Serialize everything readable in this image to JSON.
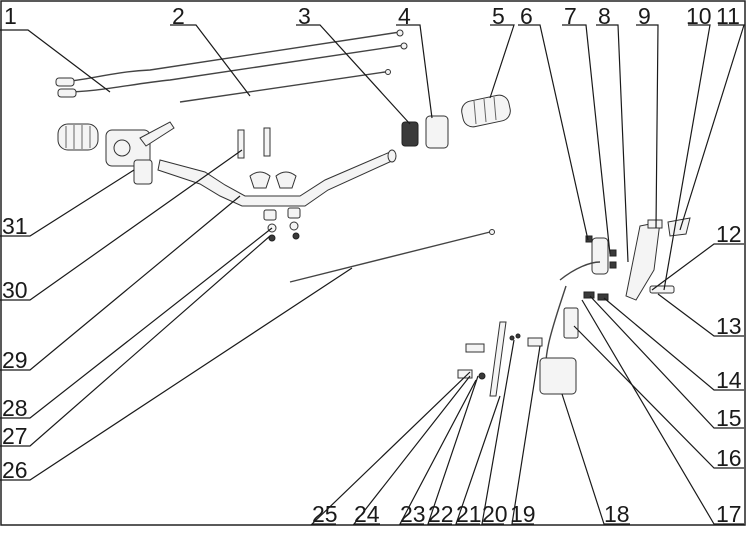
{
  "diagram": {
    "type": "exploded-parts-diagram",
    "callouts": {
      "c1": "1",
      "c2": "2",
      "c3": "3",
      "c4": "4",
      "c5": "5",
      "c6": "6",
      "c7": "7",
      "c8": "8",
      "c9": "9",
      "c10": "10",
      "c11": "11",
      "c12": "12",
      "c13": "13",
      "c14": "14",
      "c15": "15",
      "c16": "16",
      "c17": "17",
      "c18": "18",
      "c19": "19",
      "c20": "20",
      "c21": "21",
      "c22": "22",
      "c23": "23",
      "c24": "24",
      "c25": "25",
      "c26": "26",
      "c27": "27",
      "c28": "28",
      "c29": "29",
      "c30": "30",
      "c31": "31"
    }
  }
}
